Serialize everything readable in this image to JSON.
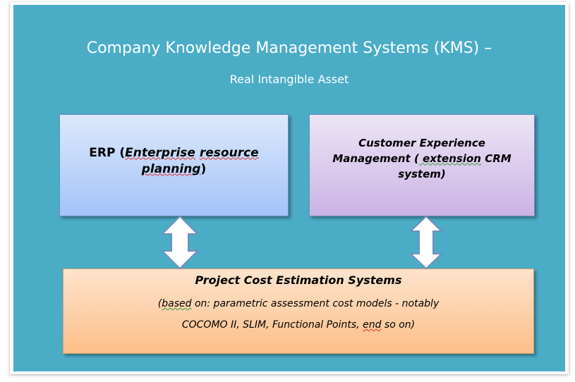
{
  "title": "Company Knowledge Management Systems (KMS) –",
  "subtitle": "Real Intangible Asset",
  "erp": {
    "prefix": "ERP (",
    "italic_1": "Enterprise",
    "italic_2": "resource",
    "italic_3": "planning",
    "suffix": ")"
  },
  "cem": {
    "line1": "Customer Experience",
    "line2a": "Management (",
    "line2b": " extension",
    "line2c": " CRM",
    "line3": "system)"
  },
  "pce": {
    "title": "Project Cost Estimation Systems",
    "line1a": "(",
    "line1b": "based",
    "line1c": " on:  parametric assessment cost models - notably",
    "line2a": "COCOMO II, SLIM, Functional Points, ",
    "line2b": "end",
    "line2c": " so on)"
  },
  "colors": {
    "background": "#4bacc6",
    "erp": "#a4c3f9",
    "cem": "#cbb3e4",
    "pce": "#fbbf8a"
  }
}
